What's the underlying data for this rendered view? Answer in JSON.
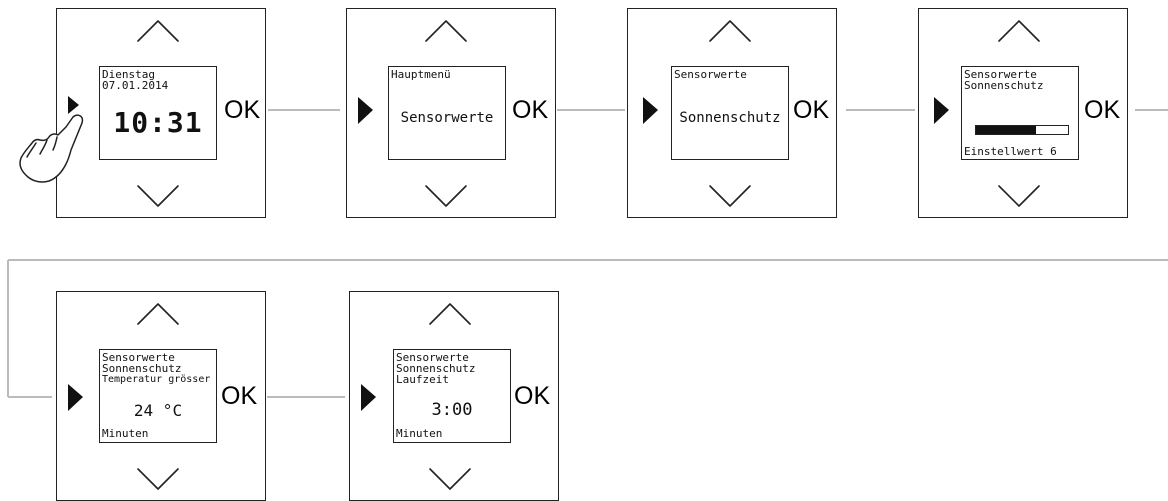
{
  "ok_label": "OK",
  "steps": [
    {
      "lines_top": [
        "Dienstag",
        "07.01.2014"
      ],
      "center": "10:31",
      "lines_bottom": []
    },
    {
      "lines_top": [
        "Hauptmenü"
      ],
      "center": "Sensorwerte",
      "lines_bottom": []
    },
    {
      "lines_top": [
        "Sensorwerte"
      ],
      "center": "Sonnenschutz",
      "lines_bottom": []
    },
    {
      "lines_top": [
        "Sensorwerte",
        "Sonnenschutz"
      ],
      "center": "",
      "lines_bottom": [
        "Einstellwert 6"
      ],
      "progress": 0.65
    },
    {
      "lines_top": [
        "Sensorwerte",
        "Sonnenschutz",
        "Temperatur grösser"
      ],
      "center": "24 °C",
      "lines_bottom": [
        "Minuten"
      ]
    },
    {
      "lines_top": [
        "Sensorwerte",
        "Sonnenschutz",
        "Laufzeit"
      ],
      "center": "3:00",
      "lines_bottom": [
        "Minuten"
      ]
    }
  ],
  "icons": {
    "up": "chevron-up-icon",
    "down": "chevron-down-icon",
    "select": "play-triangle-icon",
    "finger": "pointing-hand-icon"
  },
  "colors": {
    "connector": "#bbbbbb",
    "stroke": "#222222"
  }
}
